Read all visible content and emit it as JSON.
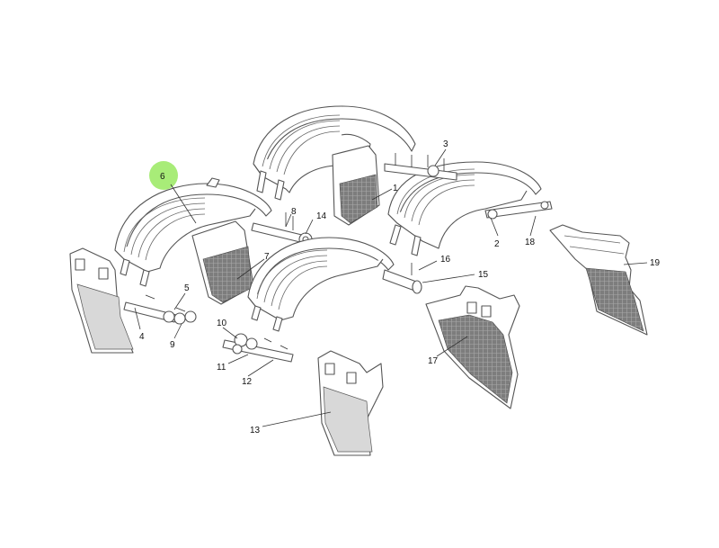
{
  "diagram": {
    "highlight_color": "#a8ec78",
    "highlighted": "6",
    "callouts": [
      {
        "id": "c1",
        "label": "1"
      },
      {
        "id": "c2",
        "label": "2"
      },
      {
        "id": "c3",
        "label": "3"
      },
      {
        "id": "c4",
        "label": "4"
      },
      {
        "id": "c5",
        "label": "5"
      },
      {
        "id": "c6",
        "label": "6"
      },
      {
        "id": "c7",
        "label": "7"
      },
      {
        "id": "c8",
        "label": "8"
      },
      {
        "id": "c9",
        "label": "9"
      },
      {
        "id": "c10",
        "label": "10"
      },
      {
        "id": "c11",
        "label": "11"
      },
      {
        "id": "c12",
        "label": "12"
      },
      {
        "id": "c13",
        "label": "13"
      },
      {
        "id": "c14",
        "label": "14"
      },
      {
        "id": "c15",
        "label": "15"
      },
      {
        "id": "c16",
        "label": "16"
      },
      {
        "id": "c17",
        "label": "17"
      },
      {
        "id": "c18",
        "label": "18"
      },
      {
        "id": "c19",
        "label": "19"
      }
    ]
  }
}
